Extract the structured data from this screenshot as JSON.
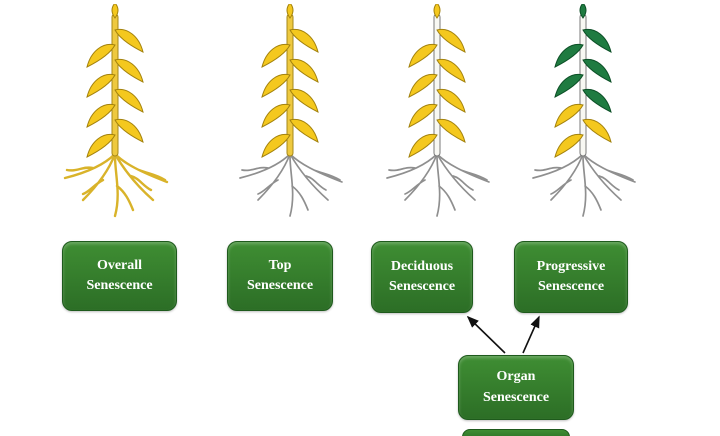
{
  "boxes": {
    "overall": {
      "line1": "Overall",
      "line2": "Senescence"
    },
    "top": {
      "line1": "Top",
      "line2": "Senescence"
    },
    "deciduous": {
      "line1": "Deciduous",
      "line2": "Senescence"
    },
    "progressive": {
      "line1": "Progressive",
      "line2": "Senescence"
    },
    "organ": {
      "line1": "Organ",
      "line2": "Senescence"
    }
  },
  "colors": {
    "leaf_yellow": "#f4c81e",
    "leaf_yellow_stroke": "#a3820d",
    "leaf_green": "#1f7b41",
    "leaf_green_stroke": "#0c4f26",
    "stem_yellow": "#eec93f",
    "stem_yellow_stroke": "#a6881a",
    "stem_white": "#f8f8f3",
    "stem_white_stroke": "#7a7a7a",
    "roots_yellow": "#d9b32a",
    "roots_gray": "#8f8f8f",
    "box_green_light": "#3f8e33",
    "box_green_dark": "#2c6e26",
    "arrow_black": "#111111"
  },
  "plants": [
    {
      "id": "overall",
      "stem": "yellow",
      "roots": "yellow",
      "leaves": [
        "yellow",
        "yellow",
        "yellow",
        "yellow",
        "yellow",
        "yellow",
        "yellow",
        "yellow"
      ]
    },
    {
      "id": "top",
      "stem": "yellow",
      "roots": "gray",
      "leaves": [
        "yellow",
        "yellow",
        "yellow",
        "yellow",
        "yellow",
        "yellow",
        "yellow",
        "yellow"
      ]
    },
    {
      "id": "deciduous",
      "stem": "white",
      "roots": "gray",
      "leaves": [
        "yellow",
        "yellow",
        "yellow",
        "yellow",
        "yellow",
        "yellow",
        "yellow",
        "yellow"
      ]
    },
    {
      "id": "progressive",
      "stem": "white",
      "roots": "gray",
      "leaves": [
        "green",
        "green",
        "green",
        "green",
        "green",
        "yellow",
        "yellow",
        "yellow"
      ]
    }
  ]
}
